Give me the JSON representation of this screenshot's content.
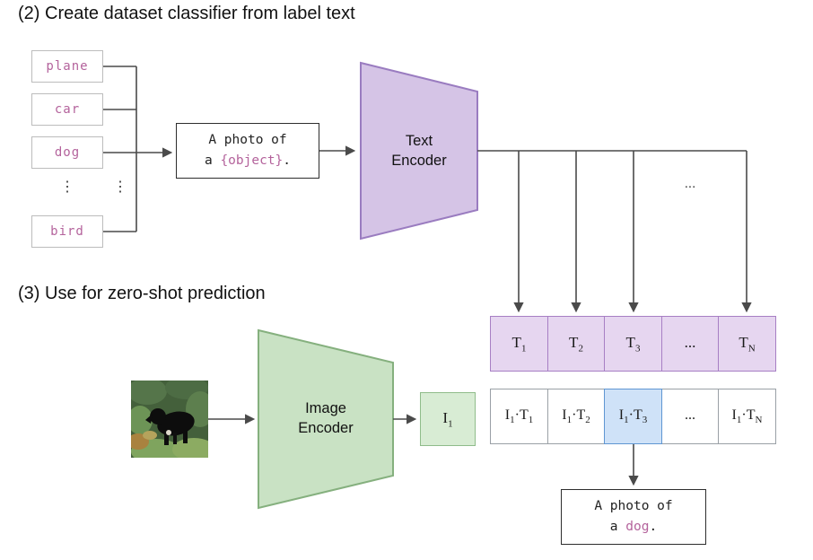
{
  "colors": {
    "purple_fill": "#d5c4e6",
    "purple_stroke": "#9a7cc0",
    "t_cell_fill": "#e6d6f0",
    "t_cell_stroke": "#a77fc4",
    "green_fill": "#c9e2c4",
    "green_stroke": "#85b07e",
    "i_cell_fill": "#d8ecd4",
    "i_cell_stroke": "#8fbc8a",
    "blue_fill": "#cfe2f8",
    "blue_stroke": "#5f96d2",
    "pink_text": "#b4639c",
    "line_color": "#4a4a4a"
  },
  "section2": {
    "title": "(2) Create dataset classifier from label text",
    "class_labels": [
      "plane",
      "car",
      "dog",
      "bird"
    ],
    "vdots": "⋮",
    "prompt": {
      "line1": "A photo of",
      "line2_pre": "a ",
      "object": "{object}",
      "line2_post": "."
    },
    "encoder": {
      "line1": "Text",
      "line2": "Encoder"
    },
    "hdots": "...",
    "t_cells": [
      {
        "base": "T",
        "sub": "1"
      },
      {
        "base": "T",
        "sub": "2"
      },
      {
        "base": "T",
        "sub": "3"
      },
      {
        "base": "...",
        "sub": ""
      },
      {
        "base": "T",
        "sub": "N"
      }
    ]
  },
  "section3": {
    "title": "(3) Use for zero-shot prediction",
    "encoder": {
      "line1": "Image",
      "line2": "Encoder"
    },
    "i_box": {
      "base": "I",
      "sub": "1"
    },
    "product_cells": [
      {
        "base1": "I",
        "sub1": "1",
        "mid": "·T",
        "sub2": "1"
      },
      {
        "base1": "I",
        "sub1": "1",
        "mid": "·T",
        "sub2": "2"
      },
      {
        "base1": "I",
        "sub1": "1",
        "mid": "·T",
        "sub2": "3"
      },
      {
        "base1": "...",
        "sub1": "",
        "mid": "",
        "sub2": ""
      },
      {
        "base1": "I",
        "sub1": "1",
        "mid": "·T",
        "sub2": "N"
      }
    ],
    "prediction": {
      "line1": "A photo of",
      "line2_pre": "a ",
      "object": "dog",
      "line2_post": "."
    }
  }
}
